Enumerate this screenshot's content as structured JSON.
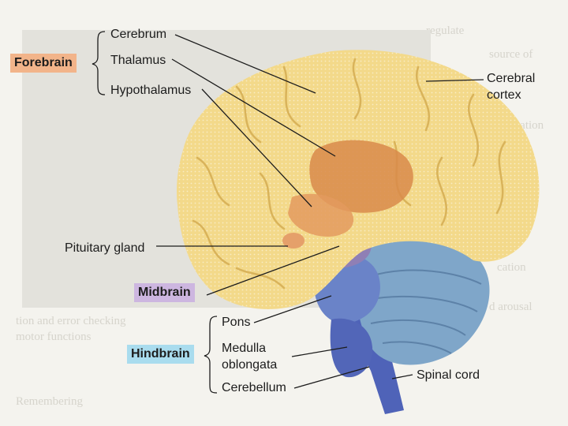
{
  "labels": {
    "forebrain": "Forebrain",
    "cerebrum": "Cerebrum",
    "thalamus": "Thalamus",
    "hypothalamus": "Hypothalamus",
    "cerebral_cortex_1": "Cerebral",
    "cerebral_cortex_2": "cortex",
    "pituitary": "Pituitary gland",
    "midbrain": "Midbrain",
    "pons": "Pons",
    "hindbrain": "Hindbrain",
    "medulla_1": "Medulla",
    "medulla_2": "oblongata",
    "cerebellum": "Cerebellum",
    "spinal_cord": "Spinal cord"
  },
  "colors": {
    "forebrain_box": "#f2b48a",
    "midbrain_box": "#cdb6e0",
    "hindbrain_box": "#a9dcee",
    "cerebrum": "#f3d98a",
    "thalamus": "#d88a4a",
    "cerebellum": "#7fa6c9",
    "brainstem": "#4f63b8"
  }
}
